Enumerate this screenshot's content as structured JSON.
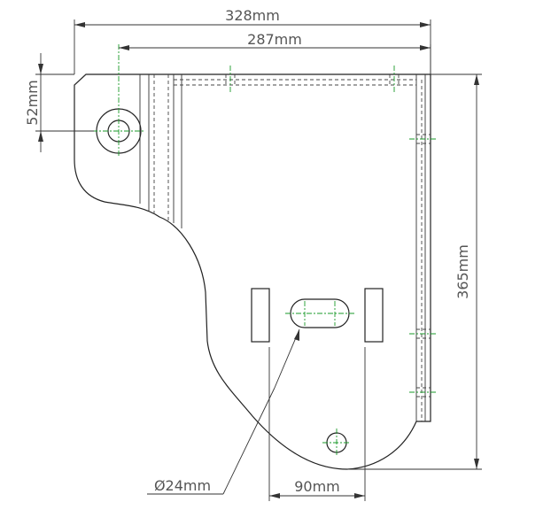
{
  "dimensions": {
    "overall_width": "328mm",
    "inner_width": "287mm",
    "hole_offset": "52mm",
    "overall_height": "365mm",
    "hole_diameter": "Ø24mm",
    "slot_spacing": "90mm"
  },
  "colors": {
    "outline": "#222222",
    "centerline": "#1a9a2a",
    "dimension_text": "#555555"
  }
}
